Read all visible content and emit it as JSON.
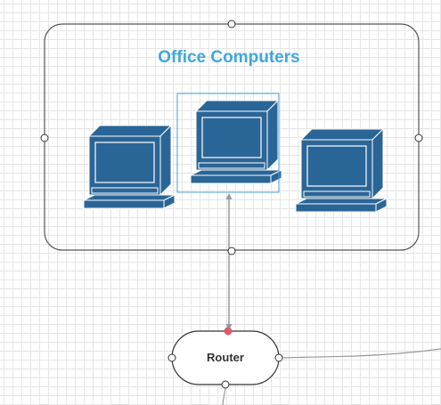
{
  "group": {
    "title": "Office Computers",
    "title_color": "#3ea8dc",
    "border_color": "#555555"
  },
  "router": {
    "label": "Router",
    "text_color": "#333333"
  },
  "computers": [
    {
      "name": "computer-left",
      "selected": false
    },
    {
      "name": "computer-center",
      "selected": true
    },
    {
      "name": "computer-right",
      "selected": false
    }
  ],
  "colors": {
    "computer_fill": "#2a6597",
    "computer_stroke": "#ffffff",
    "selection": "#4a9fd8",
    "connector": "#999999",
    "active_handle": "#e05c6a"
  }
}
